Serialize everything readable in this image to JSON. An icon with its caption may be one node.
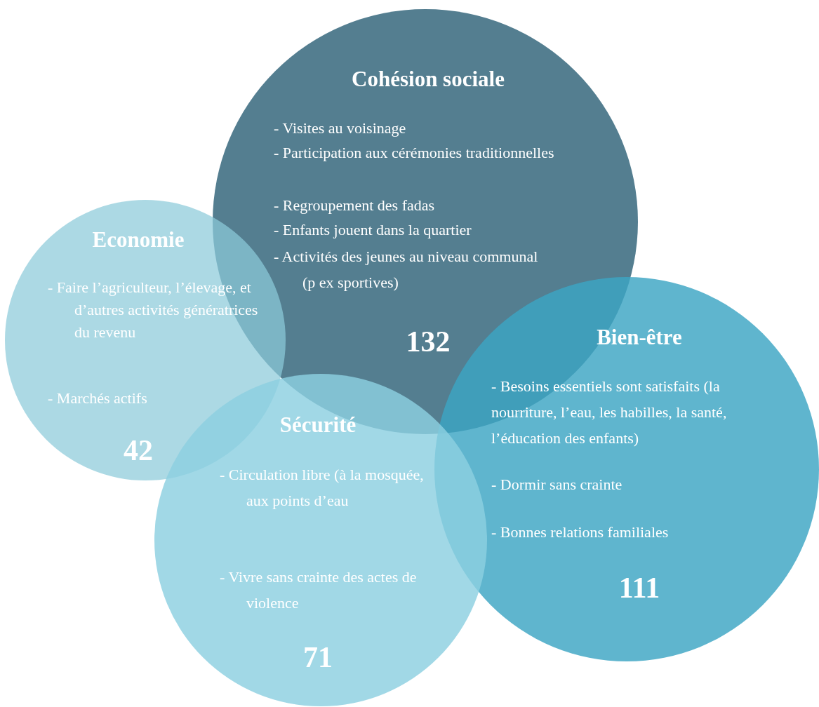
{
  "diagram": {
    "nodes": [
      {
        "text": [
          "Cohésion sociale",
          "- Visites au voisinage",
          "- Participation aux cérémonies traditionnelles",
          "- Regroupement des fadas",
          "- Enfants jouent dans la quartier",
          "- Activités des jeunes au niveau communal (p ex sportives)",
          "132"
        ]
      },
      {
        "text": [
          "Economie",
          "- Faire l’agriculteur, l’élevage, et d’autres activités génératrices du revenu",
          "- Marchés actifs",
          "42"
        ]
      },
      {
        "text": [
          "Sécurité",
          "- Circulation libre (à la mosquée, aux points d’eau",
          "- Vivre sans crainte des actes de violence",
          "71"
        ]
      },
      {
        "text": [
          "Bien-être",
          "- Besoins essentiels sont satisfaits (la nourriture, l’eau, les habilles, la santé, l’éducation des enfants)",
          "- Dormir sans crainte",
          "- Bonnes relations familiales",
          "111"
        ]
      }
    ]
  }
}
